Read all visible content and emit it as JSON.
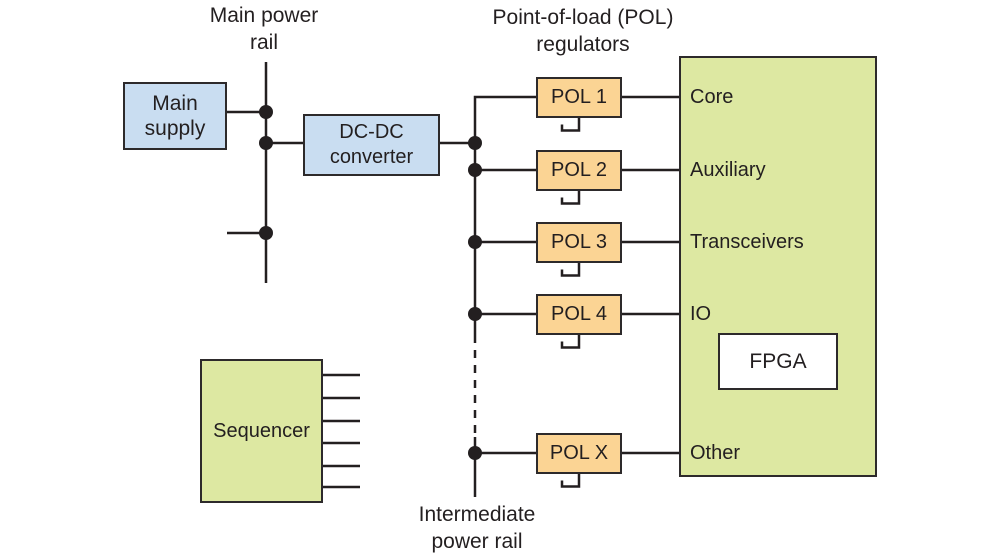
{
  "figure": {
    "background": "#ffffff",
    "line_color": "#231f20",
    "annotations": {
      "main_power_rail": "Main power rail",
      "pol_regulators": "Point-of-load (POL) regulators",
      "intermediate_power_rail": "Intermediate power rail"
    },
    "nodes": {
      "main_supply": {
        "label": "Main supply",
        "fill": "#c9ddf1"
      },
      "dc_dc_converter": {
        "label": "DC-DC converter",
        "fill": "#c9ddf1"
      },
      "sequencer": {
        "label": "Sequencer",
        "fill": "#dde8a2"
      },
      "fpga_chip": {
        "label": "FPGA",
        "fill": "#ffffff"
      }
    },
    "fpga_region_fill": "#dde8a2",
    "pol_fill": "#fbd494",
    "pols": [
      {
        "label": "POL 1",
        "load": "Core"
      },
      {
        "label": "POL 2",
        "load": "Auxiliary"
      },
      {
        "label": "POL 3",
        "load": "Transceivers"
      },
      {
        "label": "POL 4",
        "load": "IO"
      },
      {
        "label": "POL X",
        "load": "Other"
      }
    ],
    "sequencer_pin_count": "6"
  }
}
